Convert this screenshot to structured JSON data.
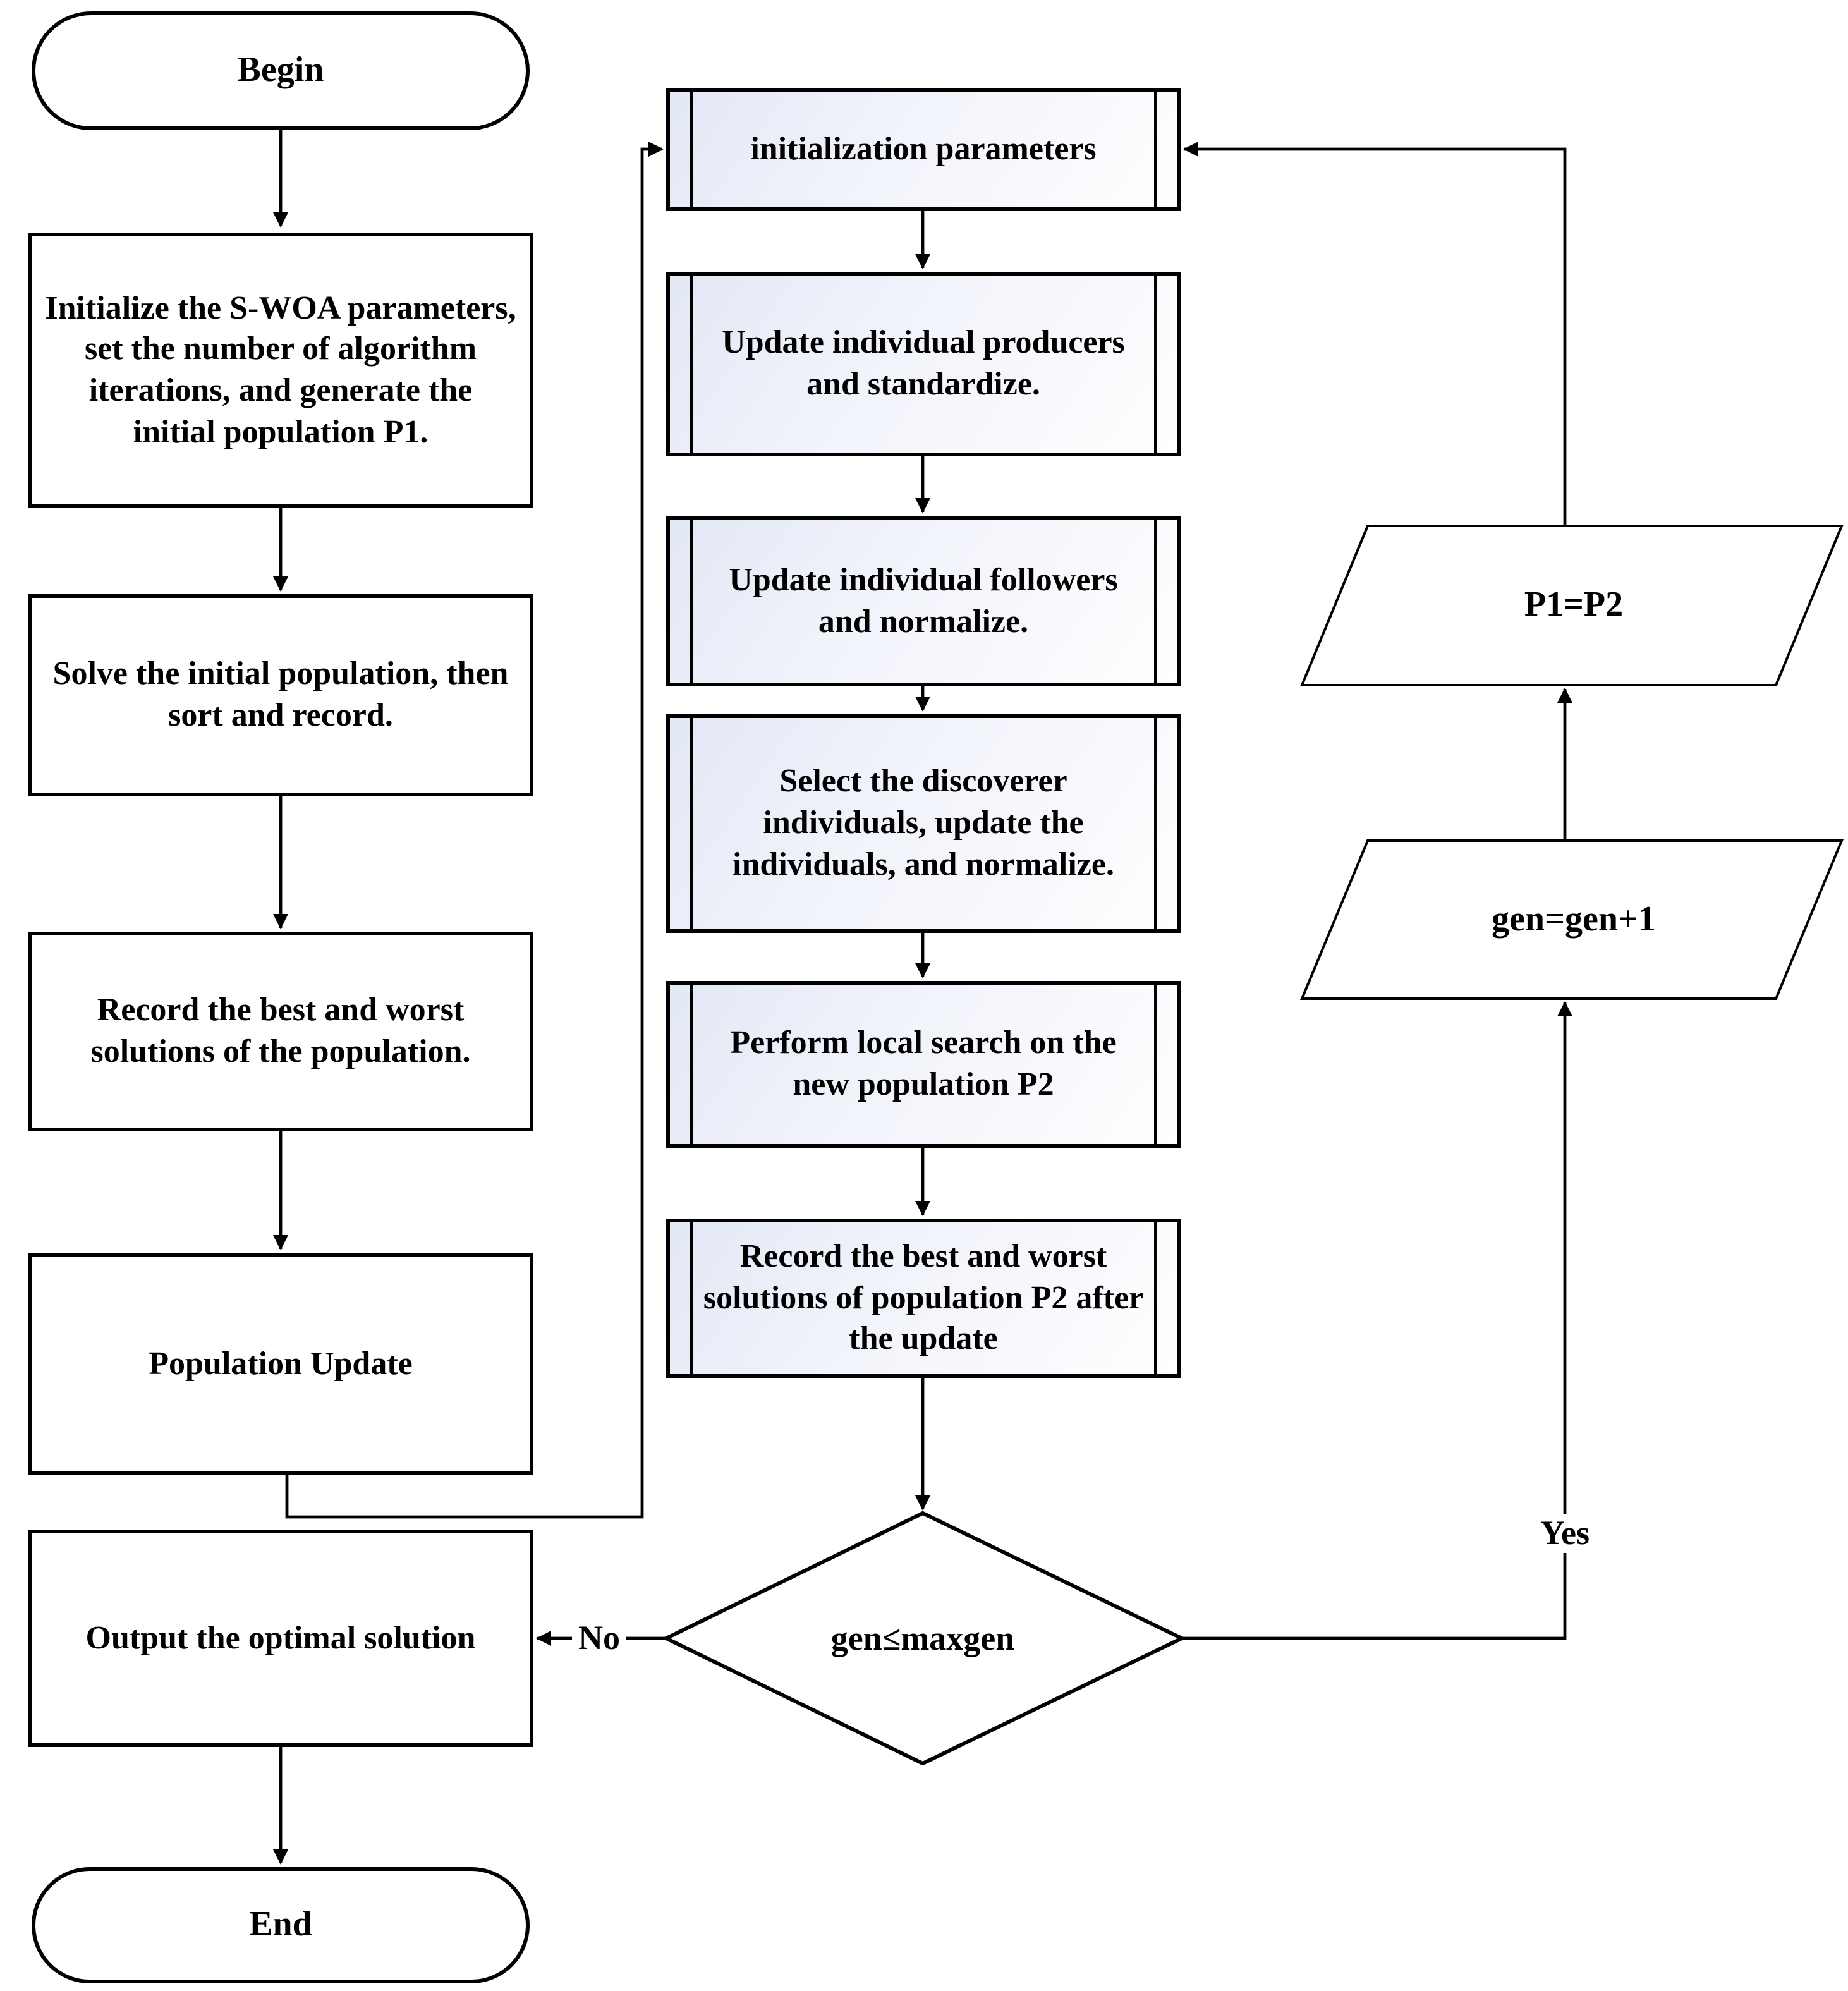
{
  "nodes": {
    "begin": {
      "type": "terminator",
      "label": "Begin"
    },
    "initialize": {
      "type": "process",
      "label": "Initialize the S-WOA parameters, set the number of algorithm iterations, and generate the initial population P1."
    },
    "solve": {
      "type": "process",
      "label": "Solve the initial population, then sort and record."
    },
    "record_initial": {
      "type": "process",
      "label": "Record the best and worst solutions of the population."
    },
    "population_update": {
      "type": "process",
      "label": "Population Update"
    },
    "output": {
      "type": "process",
      "label": "Output the optimal solution"
    },
    "end": {
      "type": "terminator",
      "label": "End"
    },
    "init_params": {
      "type": "subroutine",
      "label": "initialization parameters"
    },
    "update_producers": {
      "type": "subroutine",
      "label": "Update individual producers and standardize."
    },
    "update_followers": {
      "type": "subroutine",
      "label": "Update individual followers and normalize."
    },
    "select_discoverer": {
      "type": "subroutine",
      "label": "Select the discoverer individuals, update the individuals, and normalize."
    },
    "local_search": {
      "type": "subroutine",
      "label": "Perform local search on the new population P2"
    },
    "record_p2": {
      "type": "subroutine",
      "label": "Record the best and worst solutions of population P2 after the update"
    },
    "decision": {
      "type": "decision",
      "label": "gen≤maxgen"
    },
    "p1_equals_p2": {
      "type": "data",
      "label": "P1=P2"
    },
    "gen_increment": {
      "type": "data",
      "label": "gen=gen+1"
    }
  },
  "edge_labels": {
    "yes": "Yes",
    "no": "No"
  },
  "colors": {
    "stroke": "#000000",
    "process_fill": "#ffffff",
    "subroutine_fill_start": "#e3e8f5",
    "subroutine_fill_end": "#ffffff"
  }
}
